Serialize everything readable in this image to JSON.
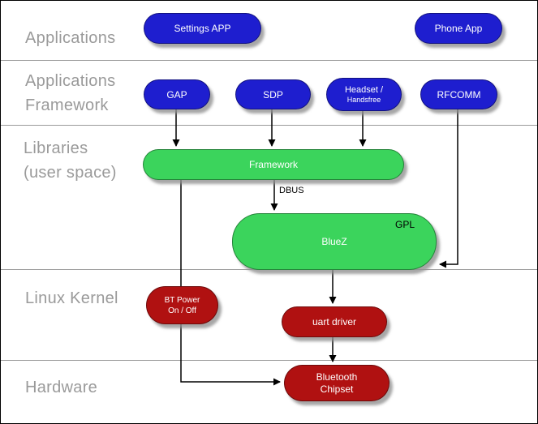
{
  "sections": {
    "applications": "Applications",
    "app_framework_line1": "Applications",
    "app_framework_line2": "Framework",
    "libraries_line1": "Libraries",
    "libraries_line2": "(user space)",
    "linux_kernel": "Linux Kernel",
    "hardware": "Hardware"
  },
  "nodes": {
    "settings_app": {
      "label": "Settings APP"
    },
    "phone_app": {
      "label": "Phone App"
    },
    "gap": {
      "label": "GAP"
    },
    "sdp": {
      "label": "SDP"
    },
    "headset": {
      "line1": "Headset /",
      "line2": "Handsfree"
    },
    "rfcomm": {
      "label": "RFCOMM"
    },
    "framework": {
      "label": "Framework"
    },
    "bluez": {
      "label": "BlueZ",
      "annotation": "GPL"
    },
    "bt_power": {
      "line1": "BT Power",
      "line2": "On / Off"
    },
    "uart_driver": {
      "label": "uart driver"
    },
    "bluetooth_chipset": {
      "line1": "Bluetooth",
      "line2": "Chipset"
    }
  },
  "edges": {
    "dbus_label": "DBUS"
  },
  "colors": {
    "application_blue": "#1e1ecf",
    "userspace_green": "#3bd45c",
    "kernel_red": "#b01111",
    "section_label_gray": "#9a9a9a",
    "divider_gray": "#9b9b9b"
  }
}
